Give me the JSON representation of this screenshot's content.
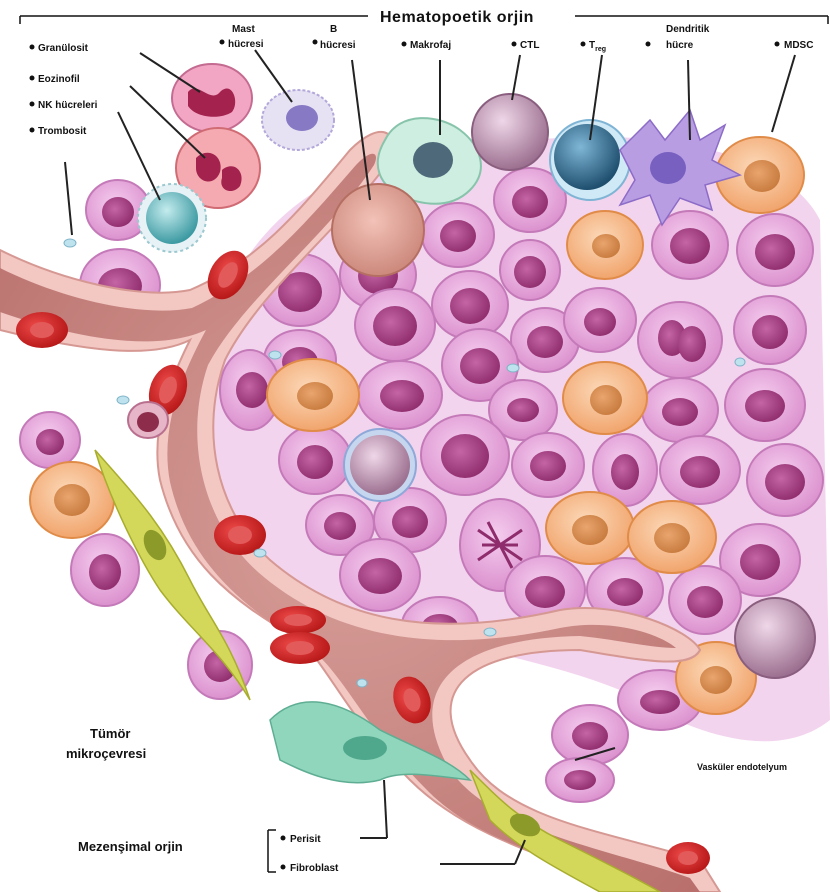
{
  "title": "Hematopoetik orjin",
  "hematopoietic_labels": {
    "granulosit": "Granülosit",
    "eozinofil": "Eozinofil",
    "nk": "NK hücreleri",
    "trombosit": "Trombosit",
    "mast_line1": "Mast",
    "mast_line2": "hücresi",
    "b_line1": "B",
    "b_line2": "hücresi",
    "makrofaj": "Makrofaj",
    "ctl": "CTL",
    "treg_main": "T",
    "treg_sub": "reg",
    "dendritik_line1": "Dendritik",
    "dendritik_line2": "hücre",
    "mdsc": "MDSC"
  },
  "region_labels": {
    "tumor_line1": "Tümör",
    "tumor_line2": "mikroçevresi",
    "mesenchymal": "Mezenşimal orjin",
    "perisit": "Perisit",
    "fibroblast": "Fibroblast",
    "vascular": "Vasküler endotelyum"
  },
  "colors": {
    "tumor_cell": "#e6a3d8",
    "tumor_nucleus": "#a8387f",
    "vessel": "#c98a86",
    "vessel_wall": "#f2c9c4",
    "red_cell": "#cc1f1f",
    "mdsc": "#f6b27e",
    "fibroblast": "#c9cf45",
    "perisit": "#6fc9a8",
    "nk_cell": "#5fb3b8",
    "treg": "#2f6c8c",
    "dendritic": "#a486d9",
    "ctl": "#b48ba8"
  }
}
